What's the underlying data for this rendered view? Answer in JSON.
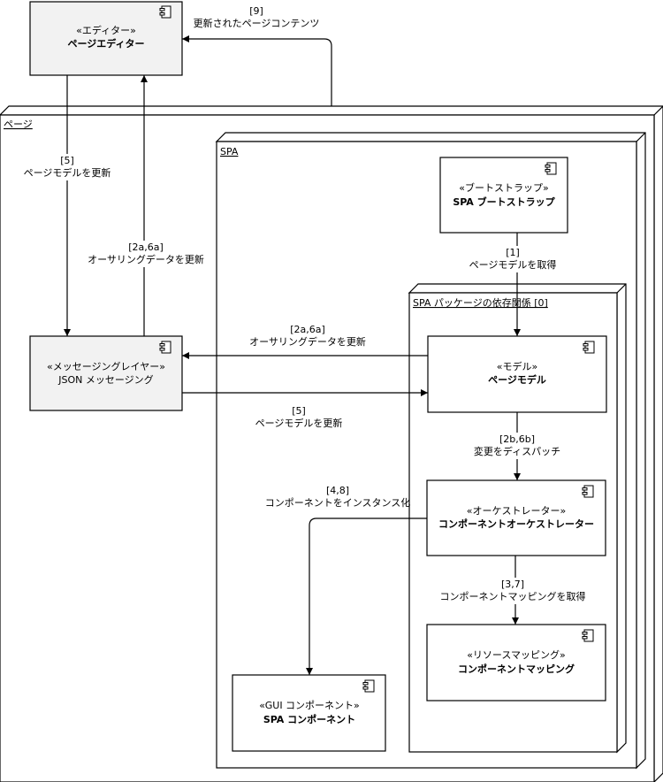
{
  "nodes": {
    "page": {
      "label": "ページ"
    },
    "spa": {
      "label": "SPA"
    },
    "deps": {
      "label": "SPA パッケージの依存関係 [0]"
    }
  },
  "components": {
    "editor": {
      "stereotype": "«エディター»",
      "name": "ページエディター"
    },
    "messaging": {
      "stereotype": "«メッセージングレイヤー»",
      "name": "JSON メッセージング"
    },
    "bootstrap": {
      "stereotype": "«ブートストラップ»",
      "name": "SPA ブートストラップ"
    },
    "model": {
      "stereotype": "«モデル»",
      "name": "ページモデル"
    },
    "orchestrator": {
      "stereotype": "«オーケストレーター»",
      "name": "コンポーネントオーケストレーター"
    },
    "mapping": {
      "stereotype": "«リソースマッピング»",
      "name": "コンポーネントマッピング"
    },
    "gui": {
      "stereotype": "«GUI コンポーネント»",
      "name": "SPA コンポーネント"
    }
  },
  "edges": {
    "e9": {
      "num": "[9]",
      "text": "更新されたページコンテンツ"
    },
    "e5a": {
      "num": "[5]",
      "text": "ページモデルを更新"
    },
    "e2a": {
      "num": "[2a,6a]",
      "text": "オーサリングデータを更新"
    },
    "e1": {
      "num": "[1]",
      "text": "ページモデルを取得"
    },
    "e2b": {
      "num": "[2a,6a]",
      "text": "オーサリングデータを更新"
    },
    "e5b": {
      "num": "[5]",
      "text": "ページモデルを更新"
    },
    "e2b6b": {
      "num": "[2b,6b]",
      "text": "変更をディスパッチ"
    },
    "e48": {
      "num": "[4,8]",
      "text": "コンポーネントをインスタンス化"
    },
    "e37": {
      "num": "[3,7]",
      "text": "コンポーネントマッピングを取得"
    }
  },
  "colors": {
    "component_fill_gray": "#f2f2f2",
    "component_fill_white": "#ffffff",
    "line": "#000000"
  },
  "icons": {
    "component": "uml-component-icon"
  }
}
